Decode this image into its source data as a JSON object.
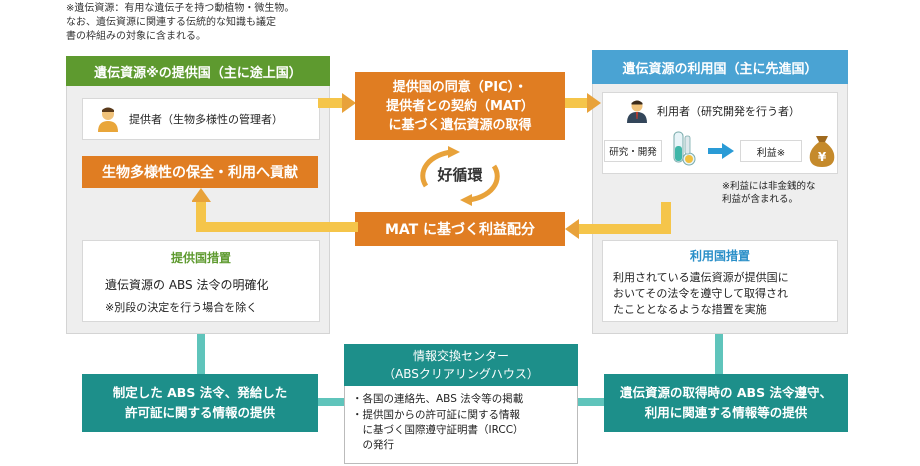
{
  "note_top": "※遺伝資源：有用な遺伝子を持つ動植物・微生物。\nなお、遺伝資源に関連する伝統的な知識も議定\n書の枠組みの対象に含まれる。",
  "provider": {
    "header": "遺伝資源※の提供国（主に途上国）",
    "actor": "提供者（生物多様性の管理者）",
    "contribution": "生物多様性の保全・利用へ貢献",
    "measures_title": "提供国措置",
    "measures_line1": "遺伝資源の ABS 法令の明確化",
    "measures_line2": "※別段の決定を行う場合を除く"
  },
  "user": {
    "header": "遺伝資源の利用国（主に先進国）",
    "actor": "利用者（研究開発を行う者）",
    "rd_label": "研究・開発",
    "profit_label": "利益※",
    "profit_note": "※利益には非金銭的な\n利益が含まれる。",
    "measures_title": "利用国措置",
    "measures_text": "利用されている遺伝資源が提供国に\nおいてその法令を遵守して取得され\nたこととなるような措置を実施"
  },
  "center": {
    "access_box": "提供国の同意（PIC）・\n提供者との契約（MAT）\nに基づく遺伝資源の取得",
    "cycle_label": "好循環",
    "benefit_box": "MAT に基づく利益配分",
    "yen_symbol": "¥"
  },
  "clearing_house": {
    "title": "情報交換センター\n（ABSクリアリングハウス）",
    "items": [
      "・各国の連絡先、ABS 法令等の掲載",
      "・提供国からの許可証に関する情報\n　に基づく国際遵守証明書（IRCC）\n　の発行"
    ]
  },
  "bottom_left": "制定した ABS 法令、発給した\n許可証に関する情報の提供",
  "bottom_right": "遺伝資源の取得時の ABS 法令遵守、\n利用に関連する情報等の提供",
  "colors": {
    "green": "#5e9a2f",
    "blue": "#4aa3d3",
    "orange": "#e07d22",
    "teal": "#1d8f8a",
    "arrow_yellow": "#f5c54a"
  }
}
